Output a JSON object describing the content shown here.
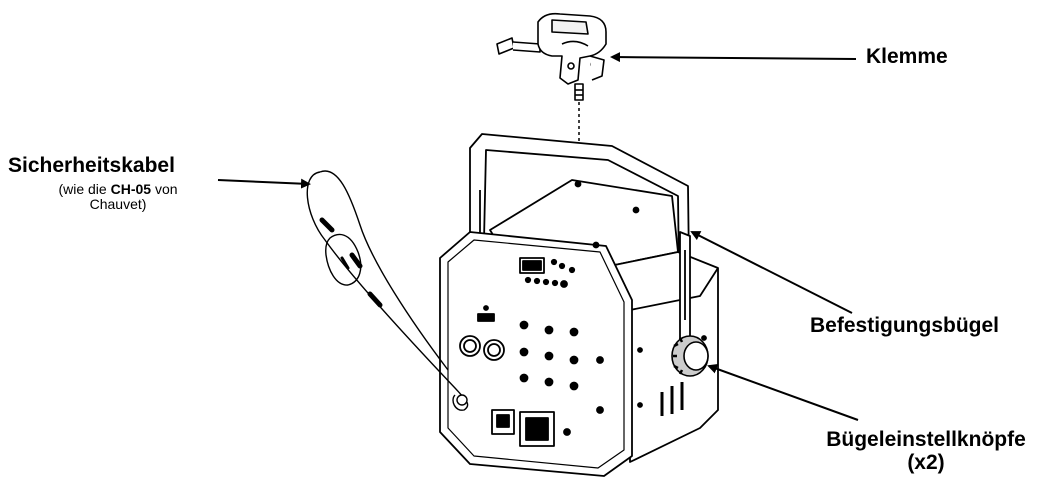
{
  "labels": {
    "clamp": "Klemme",
    "safety_cable": "Sicherheitskabel",
    "safety_cable_note_pre": "(wie die ",
    "safety_cable_note_bold": "CH-05",
    "safety_cable_note_post": " von",
    "safety_cable_note_line2": "Chauvet)",
    "mounting_bracket": "Befestigungsbügel",
    "bracket_knobs": "Bügeleinstellknöpfe",
    "bracket_knobs_count": "(x2)"
  },
  "colors": {
    "line": "#000000",
    "fill": "#ffffff",
    "shade": "#e6e6e6"
  },
  "icons": [
    "clamp-icon",
    "safety-cable-icon",
    "fixture-icon",
    "bracket-knob-icon"
  ]
}
